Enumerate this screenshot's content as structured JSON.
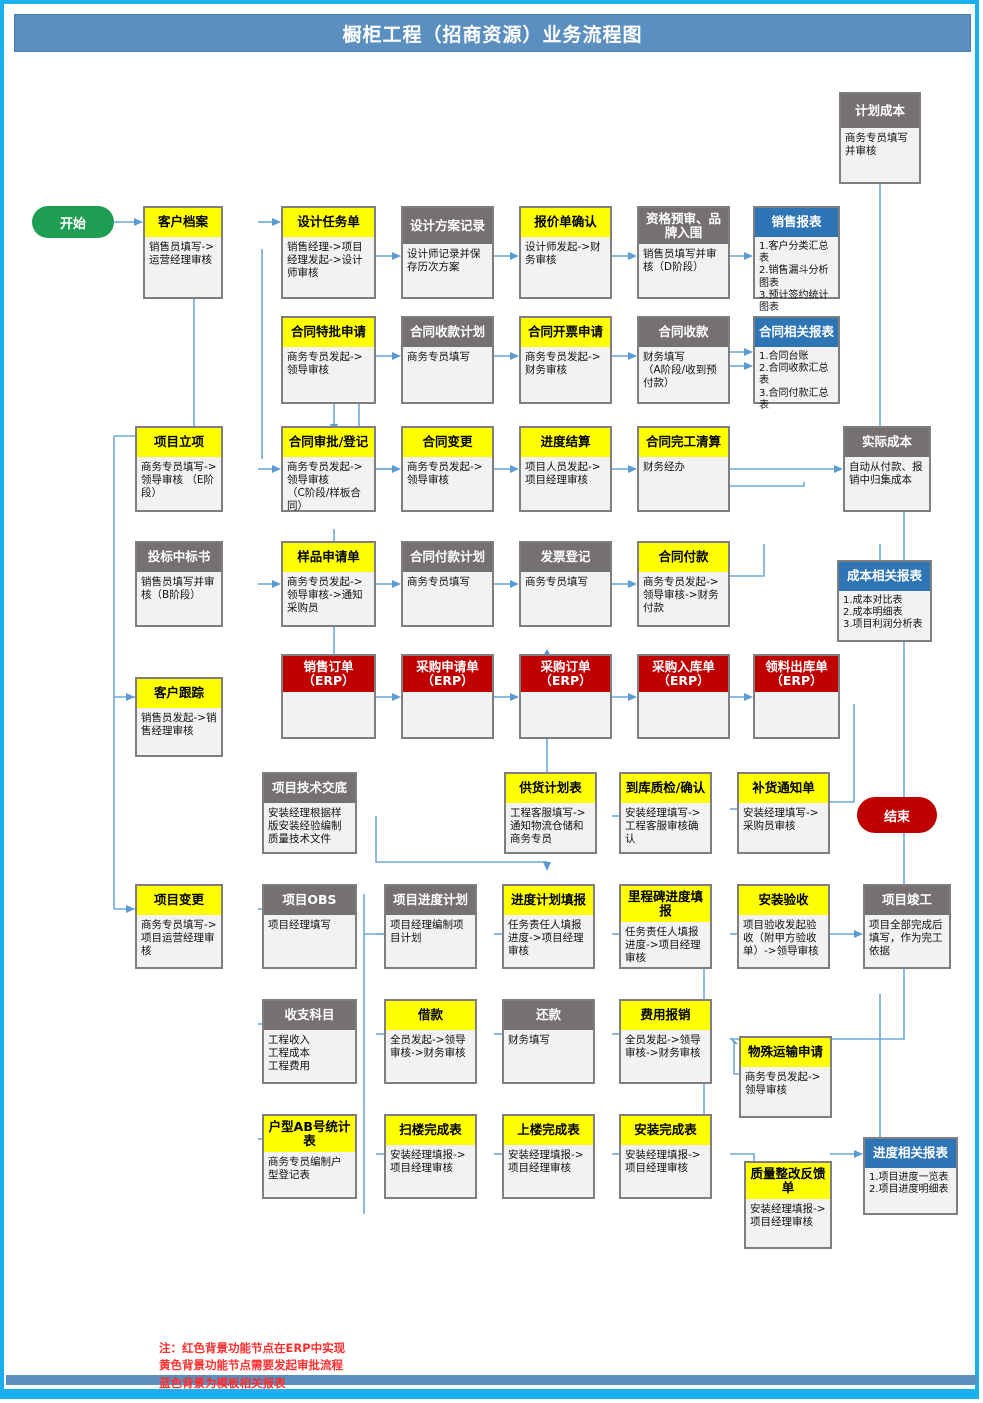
{
  "title": "橱柜工程（招商资源）业务流程图",
  "legend": "注：红色背景功能节点在ERP中实现\n      黄色背景功能节点需要发起审批流程\n      蓝色背景为模板相关报表",
  "colors": {
    "header_bar": "#5b8fc0",
    "gray": "#767171",
    "yellow": "#ffff00",
    "blue": "#2e75b6",
    "red": "#c00000",
    "start_green": "#1e9e52",
    "end_red": "#c00000",
    "connector": "#5b9bd5",
    "note_red": "#ff2f2f",
    "page_border": "#1ab0f0"
  },
  "terminals": {
    "start": "开始",
    "end": "结束"
  },
  "nodes": [
    {
      "id": "plan_cost",
      "title": "计划成本",
      "body": "商务专员填写并审核",
      "style": "gray"
    },
    {
      "id": "customer_file",
      "title": "客户档案",
      "body": "销售员填写->运营经理审核",
      "style": "yellow"
    },
    {
      "id": "design_task",
      "title": "设计任务单",
      "body": "销售经理->项目经理发起->设计师审核",
      "style": "yellow"
    },
    {
      "id": "design_record",
      "title": "设计方案记录",
      "body": "设计师记录并保存历次方案",
      "style": "gray"
    },
    {
      "id": "quote_confirm",
      "title": "报价单确认",
      "body": "设计师发起->财务审核",
      "style": "yellow"
    },
    {
      "id": "prequalify",
      "title": "资格预审、品牌入围",
      "body": "销售员填写并审核（D阶段）",
      "style": "gray"
    },
    {
      "id": "sales_report",
      "title": "销售报表",
      "body": "1.客户分类汇总表\n2.销售漏斗分析图表\n3.预计签约统计图表",
      "style": "blue"
    },
    {
      "id": "contract_special",
      "title": "合同特批申请",
      "body": "商务专员发起->领导审核",
      "style": "yellow"
    },
    {
      "id": "recv_plan",
      "title": "合同收款计划",
      "body": "商务专员填写",
      "style": "gray"
    },
    {
      "id": "invoice_apply",
      "title": "合同开票申请",
      "body": "商务专员发起->财务审核",
      "style": "yellow"
    },
    {
      "id": "contract_recv",
      "title": "合同收款",
      "body": "财务填写\n（A阶段/收到预付款）",
      "style": "gray"
    },
    {
      "id": "contract_report",
      "title": "合同相关报表",
      "body": "1.合同台账\n2.合同收款汇总表\n3.合同付款汇总表",
      "style": "blue"
    },
    {
      "id": "project_setup",
      "title": "项目立项",
      "body": "商务专员填写->领导审核  （E阶段）",
      "style": "yellow"
    },
    {
      "id": "contract_approve",
      "title": "合同审批/登记",
      "body": "商务专员发起->领导审核\n（C阶段/样板合同）",
      "style": "yellow"
    },
    {
      "id": "contract_change",
      "title": "合同变更",
      "body": "商务专员发起->领导审核",
      "style": "yellow"
    },
    {
      "id": "progress_settle",
      "title": "进度结算",
      "body": "项目人员发起->项目经理审核",
      "style": "yellow"
    },
    {
      "id": "contract_close",
      "title": "合同完工清算",
      "body": "财务经办",
      "style": "yellow"
    },
    {
      "id": "actual_cost",
      "title": "实际成本",
      "body": "自动从付款、报销中归集成本",
      "style": "gray"
    },
    {
      "id": "bid_award",
      "title": "投标中标书",
      "body": "销售员填写并审核（B阶段）",
      "style": "gray"
    },
    {
      "id": "sample_apply",
      "title": "样品申请单",
      "body": "商务专员发起->领导审核->通知采购员",
      "style": "yellow"
    },
    {
      "id": "pay_plan",
      "title": "合同付款计划",
      "body": "商务专员填写",
      "style": "gray"
    },
    {
      "id": "invoice_reg",
      "title": "发票登记",
      "body": "商务专员填写",
      "style": "gray"
    },
    {
      "id": "contract_pay",
      "title": "合同付款",
      "body": "商务专员发起->领导审核->财务付款",
      "style": "yellow"
    },
    {
      "id": "cost_report",
      "title": "成本相关报表",
      "body": "1.成本对比表\n2.成本明细表\n3.项目利润分析表",
      "style": "blue"
    },
    {
      "id": "customer_track",
      "title": "客户跟踪",
      "body": "销售员发起->销售经理审核",
      "style": "yellow"
    },
    {
      "id": "sales_order",
      "title": "销售订单\n（ERP）",
      "body": "",
      "style": "red"
    },
    {
      "id": "purchase_req",
      "title": "采购申请单\n（ERP）",
      "body": "",
      "style": "red"
    },
    {
      "id": "purchase_order",
      "title": "采购订单\n（ERP）",
      "body": "",
      "style": "red"
    },
    {
      "id": "purchase_in",
      "title": "采购入库单\n（ERP）",
      "body": "",
      "style": "red"
    },
    {
      "id": "material_out",
      "title": "领料出库单\n（ERP）",
      "body": "",
      "style": "red"
    },
    {
      "id": "tech_brief",
      "title": "项目技术交底",
      "body": "安装经理根据样版安装经验编制质量技术文件",
      "style": "gray"
    },
    {
      "id": "supply_plan",
      "title": "供货计划表",
      "body": "工程客服填写->通知物流仓储和商务专员",
      "style": "yellow"
    },
    {
      "id": "qc_confirm",
      "title": "到库质检/确认",
      "body": "安装经理填写->工程客服审核确认",
      "style": "yellow"
    },
    {
      "id": "replenish",
      "title": "补货通知单",
      "body": "安装经理填写->采购员审核",
      "style": "yellow"
    },
    {
      "id": "project_change",
      "title": "项目变更",
      "body": "商务专员填写->项目运营经理审核",
      "style": "yellow"
    },
    {
      "id": "project_obs",
      "title": "项目OBS",
      "body": "项目经理填写",
      "style": "gray"
    },
    {
      "id": "project_sched",
      "title": "项目进度计划",
      "body": "项目经理编制项目计划",
      "style": "gray"
    },
    {
      "id": "sched_fill",
      "title": "进度计划填报",
      "body": "任务责任人填报进度->项目经理审核",
      "style": "yellow"
    },
    {
      "id": "milestone_fill",
      "title": "里程碑进度填报",
      "body": "任务责任人填报进度->项目经理审核",
      "style": "yellow"
    },
    {
      "id": "install_accept",
      "title": "安装验收",
      "body": "项目验收发起验收（附甲方验收单）->领导审核",
      "style": "yellow"
    },
    {
      "id": "project_done",
      "title": "项目竣工",
      "body": "项目全部完成后填写，作为完工依据",
      "style": "gray"
    },
    {
      "id": "income_subject",
      "title": "收支科目",
      "body": "工程收入\n工程成本\n工程费用",
      "style": "gray"
    },
    {
      "id": "borrow",
      "title": "借款",
      "body": "全员发起->领导审核->财务审核",
      "style": "yellow"
    },
    {
      "id": "repay",
      "title": "还款",
      "body": "财务填写",
      "style": "gray"
    },
    {
      "id": "expense",
      "title": "费用报销",
      "body": "全员发起->领导审核->财务审核",
      "style": "yellow"
    },
    {
      "id": "special_trans",
      "title": "物殊运输申请",
      "body": "商务专员发起->领导审核",
      "style": "yellow"
    },
    {
      "id": "ab_stat",
      "title": "户型AB号统计表",
      "body": "商务专员编制户型登记表",
      "style": "yellow"
    },
    {
      "id": "scan_done",
      "title": "扫楼完成表",
      "body": "安装经理填报->项目经理审核",
      "style": "yellow"
    },
    {
      "id": "up_done",
      "title": "上楼完成表",
      "body": "安装经理填报->项目经理审核",
      "style": "yellow"
    },
    {
      "id": "install_done",
      "title": "安装完成表",
      "body": "安装经理填报->项目经理审核",
      "style": "yellow"
    },
    {
      "id": "quality_fix",
      "title": "质量整改反馈单",
      "body": "安装经理填报->项目经理审核",
      "style": "yellow"
    },
    {
      "id": "sched_report",
      "title": "进度相关报表",
      "body": "1.项目进度一览表\n2.项目进度明细表",
      "style": "blue"
    }
  ]
}
